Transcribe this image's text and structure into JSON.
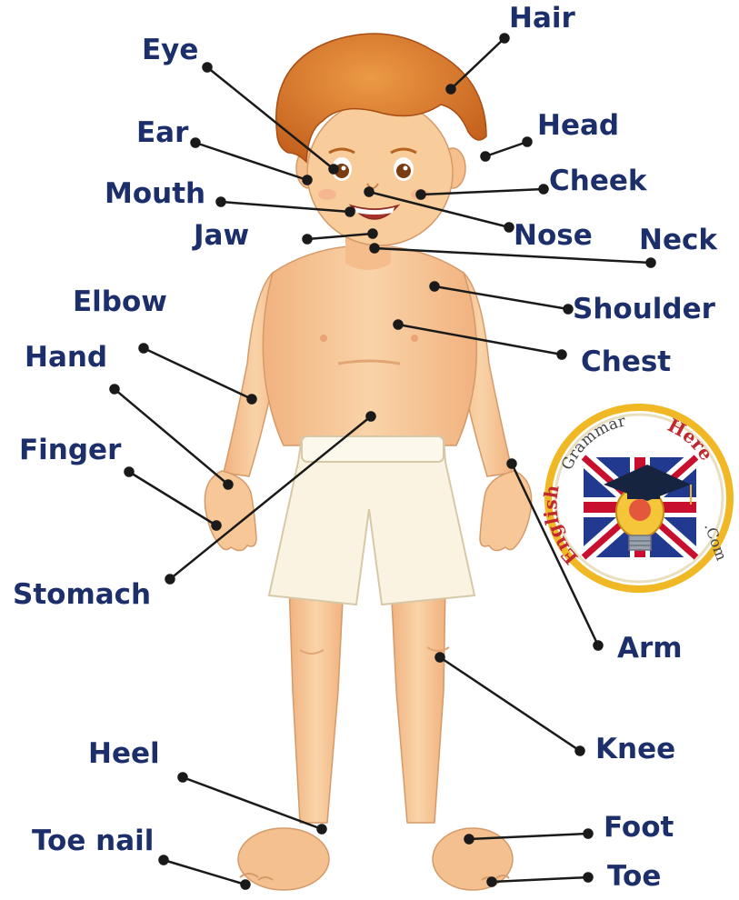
{
  "diagram": {
    "labels": {
      "hair": "Hair",
      "eye": "Eye",
      "head": "Head",
      "ear": "Ear",
      "cheek": "Cheek",
      "mouth": "Mouth",
      "nose": "Nose",
      "jaw": "Jaw",
      "neck": "Neck",
      "elbow": "Elbow",
      "shoulder": "Shoulder",
      "hand": "Hand",
      "chest": "Chest",
      "finger": "Finger",
      "stomach": "Stomach",
      "arm": "Arm",
      "heel": "Heel",
      "knee": "Knee",
      "foot": "Foot",
      "toe_nail": "Toe nail",
      "toe": "Toe"
    }
  },
  "logo": {
    "text_english": "English",
    "text_grammar": "Grammar",
    "text_here": "Here",
    "text_com": ".Com"
  },
  "colors": {
    "label": "#1c2f6b",
    "skin": "#f7c797",
    "hair": "#d9772a",
    "shorts": "#fbf3e2",
    "logo_ring": "#f0b825",
    "logo_text": "#c0282d"
  }
}
